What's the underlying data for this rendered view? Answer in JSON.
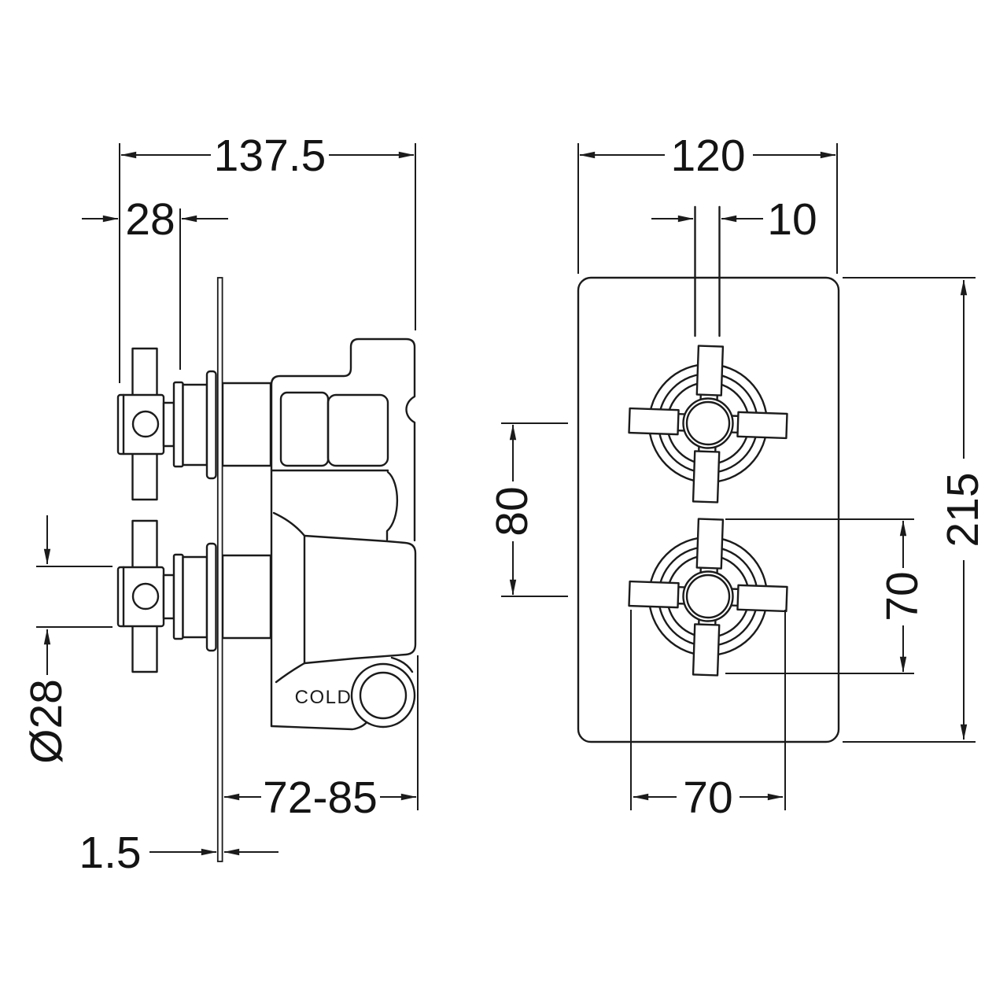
{
  "drawing": {
    "type": "technical-dimension-drawing",
    "subject": "twin concealed thermostatic shower valve",
    "background_color": "#ffffff",
    "line_color": "#1b1b1b",
    "views": {
      "side": {
        "label_cold_port": "COLD",
        "dimensions": {
          "total_depth": "137.5",
          "handle_projection": "28",
          "hub_diameter": "Ø28",
          "recess_depth_range": "72-85",
          "plate_thickness": "1.5"
        }
      },
      "front": {
        "dimensions": {
          "plate_width": "120",
          "pipe_width": "10",
          "handle_centres_spacing": "80",
          "handle_overall_height": "70",
          "plate_height": "215",
          "handle_overall_width": "70"
        }
      }
    }
  }
}
